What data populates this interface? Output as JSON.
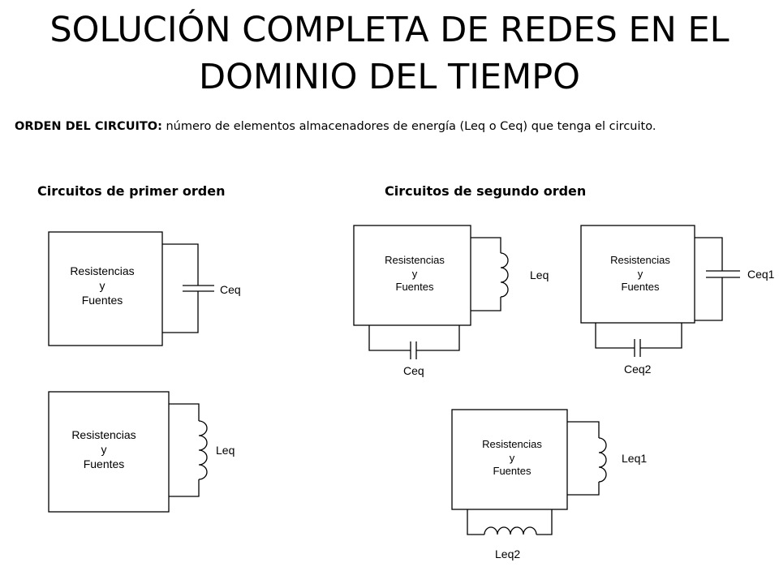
{
  "title": {
    "line1": "SOLUCIÓN COMPLETA DE REDES EN EL",
    "line2": "DOMINIO DEL TIEMPO"
  },
  "definition": {
    "term": "ORDEN DEL CIRCUITO:",
    "text": " número de elementos almacenadores de energía (Leq o Ceq) que tenga el circuito."
  },
  "sections": {
    "first_order": "Circuitos de primer orden",
    "second_order": "Circuitos de segundo orden"
  },
  "block": {
    "line1": "Resistencias",
    "line2": "y",
    "line3": "Fuentes"
  },
  "labels": {
    "c1": "Ceq",
    "l1": "Leq",
    "rl_leq": "Leq",
    "rl_ceq": "Ceq",
    "cc_ceq1": "Ceq1",
    "cc_ceq2": "Ceq2",
    "ll_leq1": "Leq1",
    "ll_leq2": "Leq2"
  }
}
